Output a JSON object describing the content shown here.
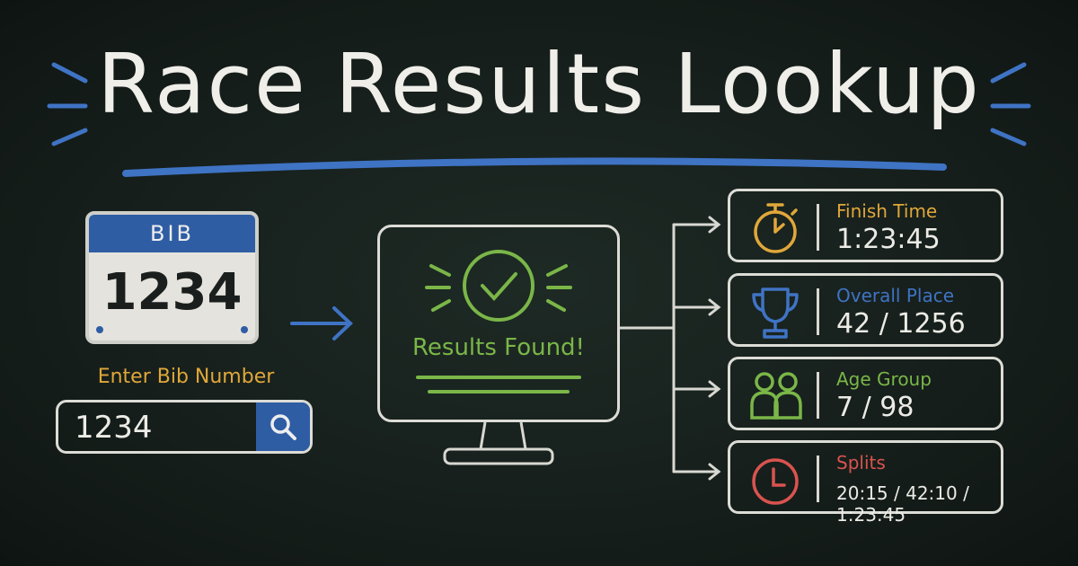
{
  "title": "Race Results Lookup",
  "bib_card": {
    "header": "BIB",
    "number": "1234"
  },
  "input": {
    "label": "Enter Bib Number",
    "value": "1234",
    "button_icon": "search-icon"
  },
  "monitor": {
    "status": "Results Found!",
    "icon": "check-circle-icon"
  },
  "results": [
    {
      "icon": "stopwatch-icon",
      "label": "Finish Time",
      "value": "1:23:45",
      "color": "#e0a73a"
    },
    {
      "icon": "trophy-icon",
      "label": "Overall Place",
      "value": "42 / 1256",
      "color": "#3f73c4"
    },
    {
      "icon": "people-icon",
      "label": "Age Group",
      "value": "7 / 98",
      "color": "#7ab648"
    },
    {
      "icon": "clock-icon",
      "label": "Splits",
      "value": "20:15 / 42:10 / 1:23:45",
      "color": "#d9534f"
    }
  ],
  "colors": {
    "background": "#141c19",
    "accent_blue": "#2f5da4",
    "chalk": "#ecebe6"
  }
}
